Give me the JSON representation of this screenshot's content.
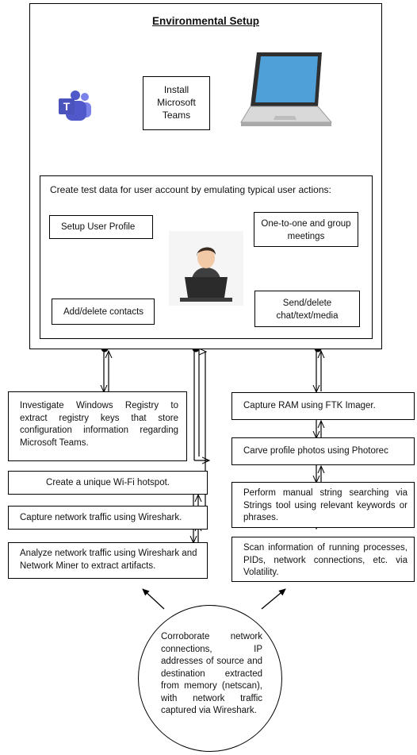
{
  "setup": {
    "title": "Environmental Setup",
    "install_box": "Install Microsoft Teams",
    "test_data_heading": "Create test data for user account by emulating typical user actions:",
    "actions": {
      "profile": "Setup User Profile",
      "meetings": "One-to-one and group meetings",
      "contacts": "Add/delete contacts",
      "chat": "Send/delete chat/text/media"
    }
  },
  "left_steps": {
    "registry": "Investigate Windows Registry to extract registry keys that store configuration information regarding Microsoft Teams.",
    "hotspot": "Create a unique Wi-Fi hotspot.",
    "capture": "Capture network traffic using Wireshark.",
    "analyze": "Analyze network traffic using Wireshark and Network Miner to extract artifacts."
  },
  "right_steps": {
    "ram": "Capture RAM using FTK Imager.",
    "photos": "Carve profile photos using Photorec",
    "strings": "Perform manual string searching via Strings tool using relevant keywords or phrases.",
    "volatility": "Scan information of running processes, PIDs, network connections, etc. via Volatility."
  },
  "conclusion": "Corroborate network connections, IP addresses of source and destination extracted from memory (netscan), with network traffic captured via Wireshark.",
  "icons": {
    "teams": "microsoft-teams-icon",
    "laptop": "laptop-icon",
    "user": "user-at-computer-icon"
  },
  "colors": {
    "teams_purple": "#5059c9",
    "laptop_screen": "#4fa0d8"
  }
}
